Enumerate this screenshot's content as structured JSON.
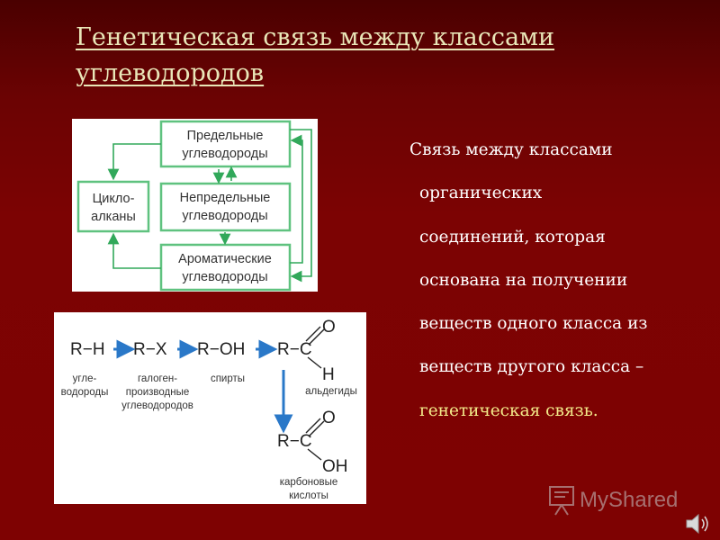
{
  "slide": {
    "title_line1": "Генетическая связь между классами",
    "title_line2": "углеводородов"
  },
  "description": {
    "lines": [
      "Связь между классами",
      "органических",
      "соединений, которая",
      "основана на получении",
      "веществ одного класса из",
      "веществ другого класса –"
    ],
    "highlight": "генетическая связь."
  },
  "diagram_classes": {
    "saturated_line1": "Предельные",
    "saturated_line2": "углеводороды",
    "cyclo_line1": "Цикло-",
    "cyclo_line2": "алканы",
    "unsaturated_line1": "Непредельные",
    "unsaturated_line2": "углеводороды",
    "aromatic_line1": "Ароматические",
    "aromatic_line2": "углеводороды",
    "box_border_color": "#5fc27f",
    "arrow_color": "#31a85a"
  },
  "diagram_chain": {
    "formulas": {
      "rh": "R−H",
      "rx": "R−X",
      "roh": "R−OH",
      "r_c": "R−C",
      "o_top": "O",
      "h": "H",
      "r_c2": "R−C",
      "o_top2": "O",
      "oh": "OH"
    },
    "labels": {
      "hydrocarbons_1": "угле-",
      "hydrocarbons_2": "водороды",
      "halogen_1": "галоген-",
      "halogen_2": "производные",
      "halogen_3": "углеводородов",
      "alcohols": "спирты",
      "aldehydes": "альдегиды",
      "acids_1": "карбоновые",
      "acids_2": "кислоты"
    },
    "arrow_color": "#2a78c8"
  },
  "logo": {
    "text": "MyShared",
    "icon": "presentation-board-icon"
  },
  "speaker": {
    "icon": "speaker-icon"
  }
}
